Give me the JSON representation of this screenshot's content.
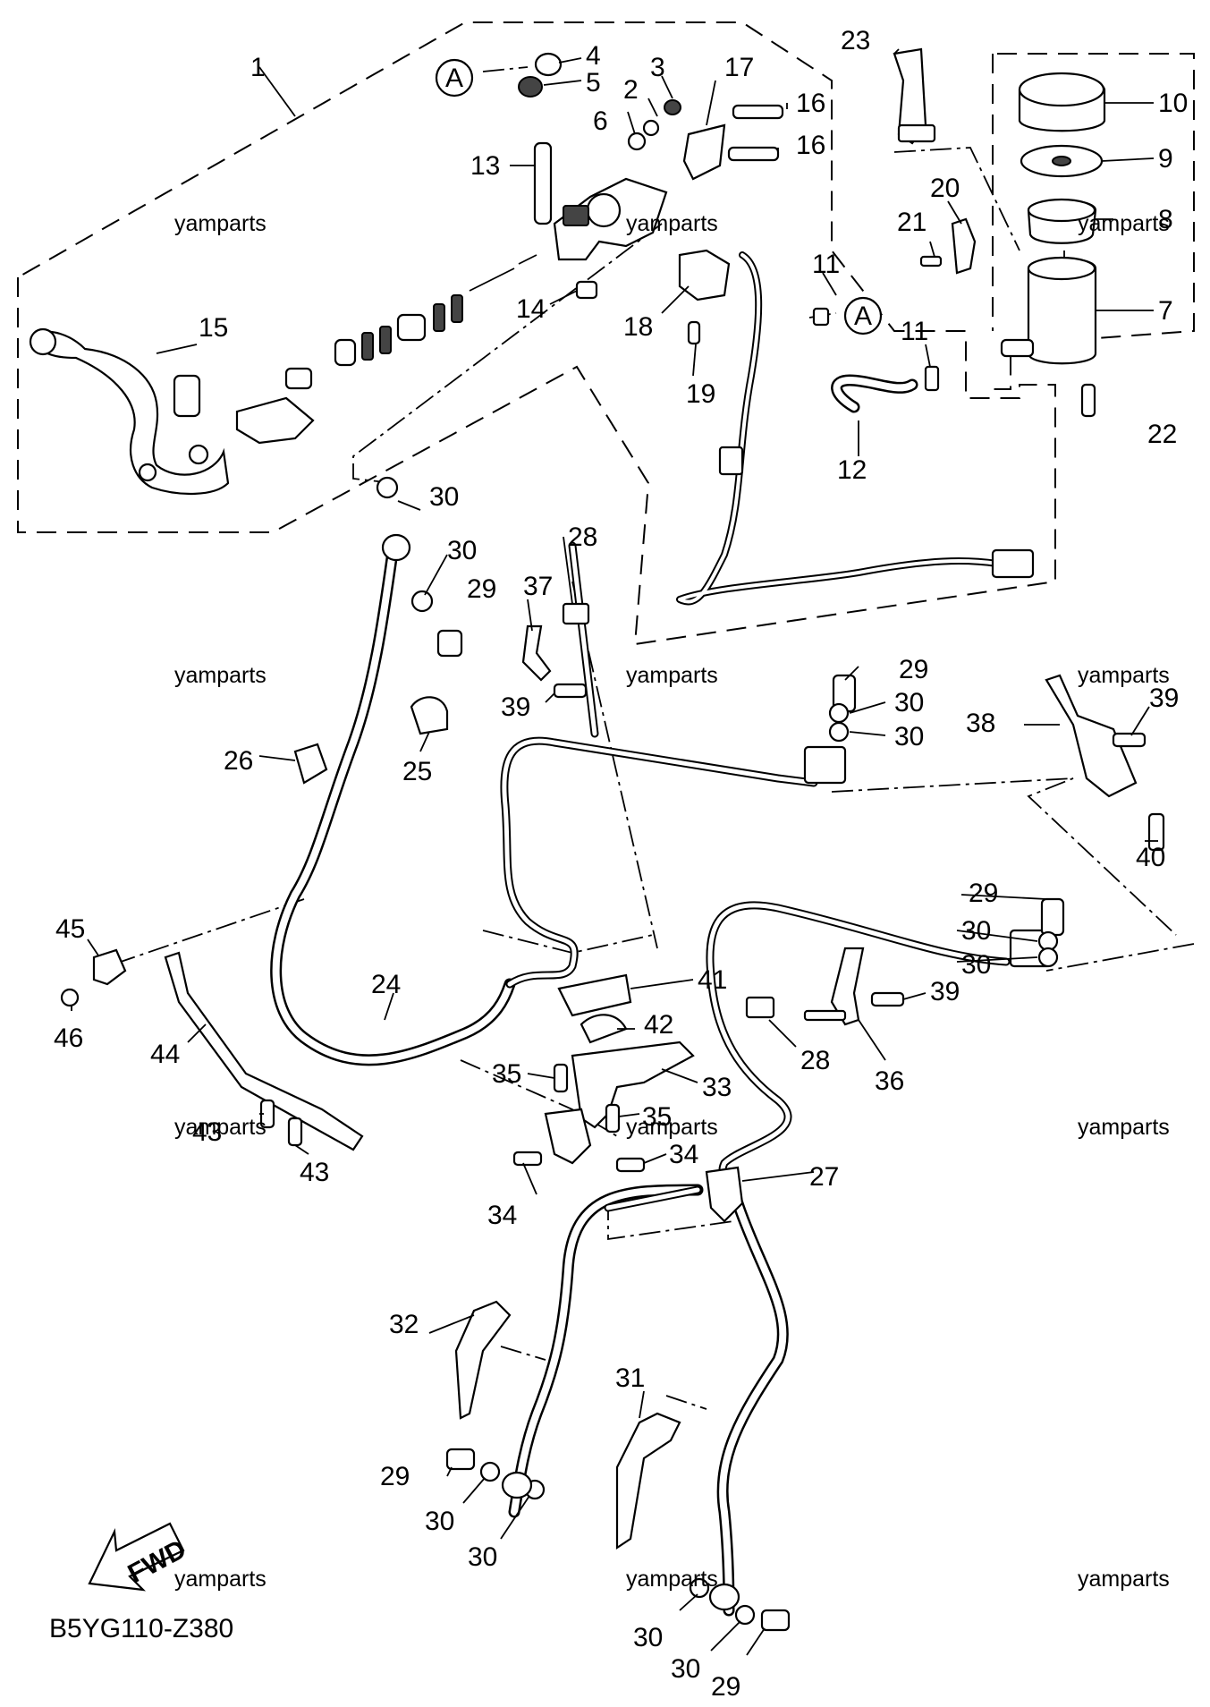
{
  "diagram": {
    "code": "B5YG110-Z380",
    "watermark": "yamparts",
    "fwd_label": "FWD",
    "ref_marker": "A",
    "callouts": [
      "1",
      "2",
      "3",
      "4",
      "5",
      "6",
      "7",
      "8",
      "9",
      "10",
      "11",
      "11",
      "12",
      "13",
      "14",
      "15",
      "16",
      "16",
      "17",
      "18",
      "19",
      "20",
      "21",
      "22",
      "23",
      "24",
      "25",
      "26",
      "27",
      "28",
      "28",
      "29",
      "29",
      "29",
      "29",
      "29",
      "30",
      "30",
      "30",
      "30",
      "30",
      "30",
      "30",
      "30",
      "30",
      "30",
      "31",
      "32",
      "33",
      "34",
      "34",
      "35",
      "35",
      "36",
      "37",
      "38",
      "39",
      "39",
      "39",
      "40",
      "41",
      "42",
      "43",
      "43",
      "44",
      "45",
      "46"
    ]
  }
}
